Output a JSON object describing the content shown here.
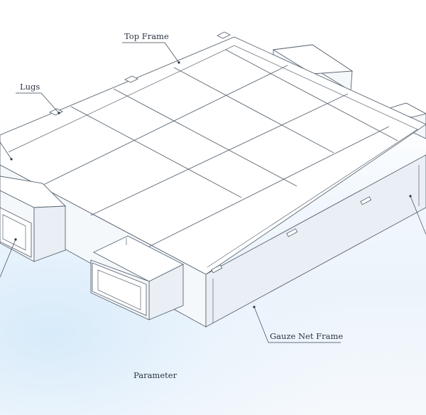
{
  "labels": {
    "top_frame": "Top Frame",
    "lugs": "Lugs",
    "gauze_net_frame": "Gauze Net Frame",
    "parameter": "Parameter"
  },
  "colors": {
    "line": "#5b6672",
    "text": "#2b3442",
    "background_tint": "#e6f1fb"
  }
}
